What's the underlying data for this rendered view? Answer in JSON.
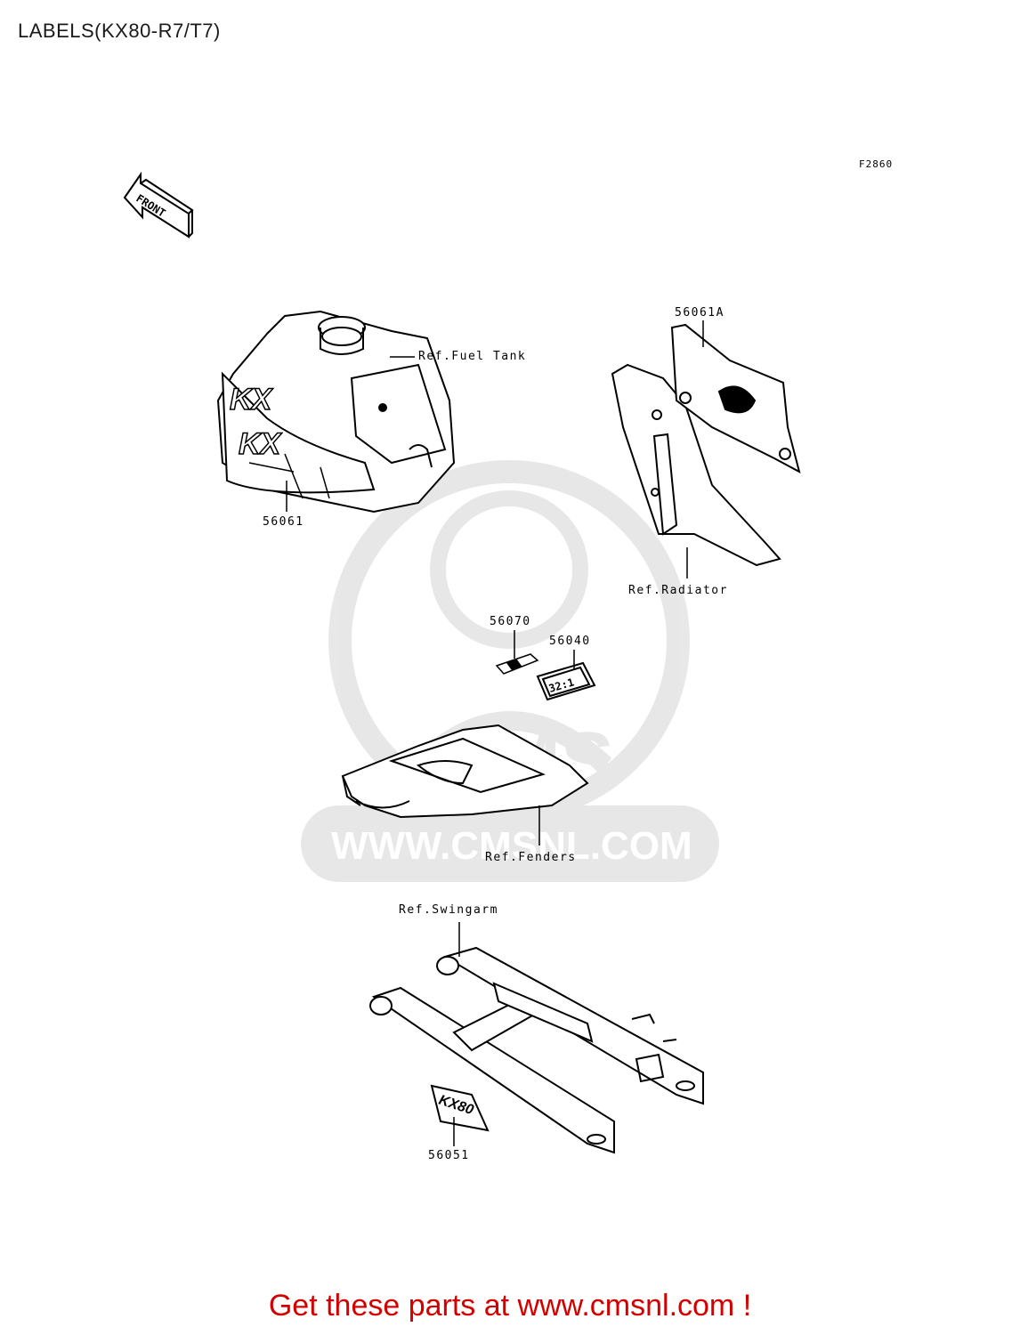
{
  "title": "LABELS(KX80-R7/T7)",
  "figure_code": "F2860",
  "front_arrow": {
    "text": "FRONT",
    "icon": "front-arrow-icon"
  },
  "watermark": {
    "text": "WWW.CMSNL.COM",
    "logo": "CMS"
  },
  "labels": {
    "ref_fuel_tank": "Ref.Fuel Tank",
    "p56061": "56061",
    "p56061a": "56061A",
    "ref_radiator": "Ref.Radiator",
    "p56070": "56070",
    "p56040": "56040",
    "ref_fenders": "Ref.Fenders",
    "ref_swingarm": "Ref.Swingarm",
    "p56051": "56051"
  },
  "decal_texts": {
    "ratio_label": "32:1",
    "kx_logo": "KX",
    "kx80_logo": "KX80"
  },
  "banner": {
    "text": "Get these parts at www.cmsnl.com !",
    "color": "#d40000"
  }
}
